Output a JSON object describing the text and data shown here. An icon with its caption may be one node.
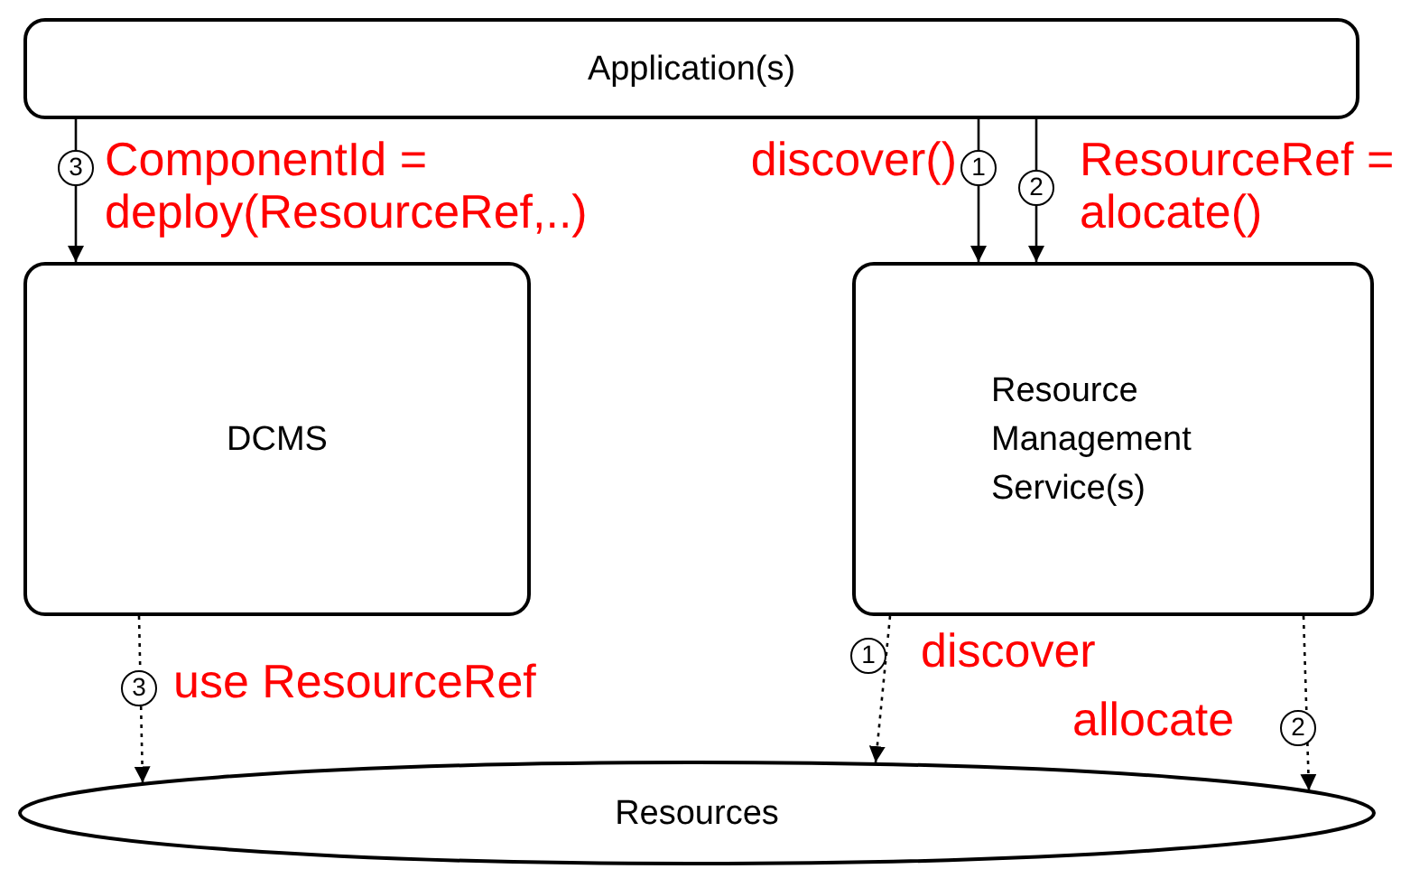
{
  "diagram": {
    "nodes": [
      {
        "text": [
          "Application(s)"
        ]
      },
      {
        "text": [
          "DCMS"
        ]
      },
      {
        "text": [
          "Resource Management Service(s)"
        ]
      },
      {
        "text": [
          "Resources"
        ]
      }
    ],
    "edges": [
      {
        "from": 0,
        "to": 1,
        "arrow": "to",
        "label": "ComponentId = deploy(ResourceRef,..)"
      },
      {
        "from": 0,
        "to": 2,
        "arrow": "to",
        "label": "discover()"
      },
      {
        "from": 0,
        "to": 2,
        "arrow": "to",
        "label": "ResourceRef = alocate()"
      },
      {
        "from": 1,
        "to": 3,
        "arrow": "to",
        "label": "use ResourceRef",
        "style": "dashed"
      },
      {
        "from": 2,
        "to": 3,
        "arrow": "to",
        "label": "discover",
        "style": "dashed"
      },
      {
        "from": 2,
        "to": 3,
        "arrow": "to",
        "label": "allocate",
        "style": "dashed"
      }
    ],
    "labels": [
      "3",
      "1",
      "2",
      "3",
      "1",
      "2"
    ]
  }
}
